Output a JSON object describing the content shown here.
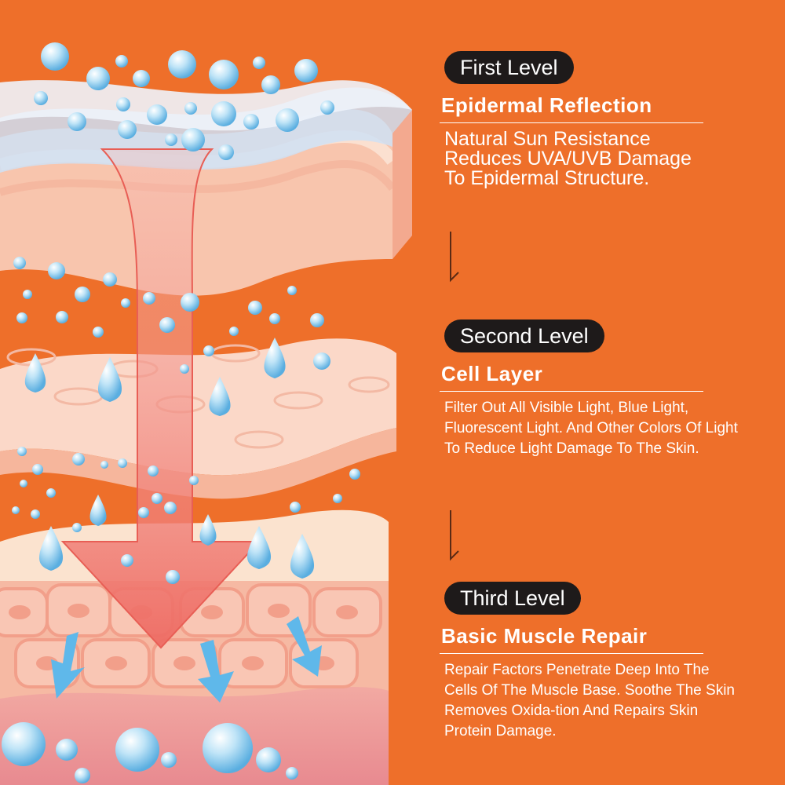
{
  "levels": [
    {
      "badge": "First Level",
      "title": "Epidermal Reflection",
      "description": "Natural Sun Resistance Reduces UVA/UVB Damage To Epidermal Structure."
    },
    {
      "badge": "Second Level",
      "title": "Cell Layer",
      "description": "Filter Out All Visible Light, Blue Light, Fluorescent Light. And Other Colors Of Light To Reduce Light Damage To The Skin."
    },
    {
      "badge": "Third Level",
      "title": "Basic Muscle Repair",
      "description": "Repair Factors Penetrate Deep Into The Cells Of The Muscle Base. Soothe The Skin Removes Oxida-tion And Repairs Skin Protein Damage."
    }
  ],
  "colors": {
    "background": "#ee6f2a",
    "badge": "#1e1a1a",
    "text": "#ffffff",
    "arrow": "#f08a80",
    "skin": "#f6b3a0",
    "bubble": "#a8d8f2"
  }
}
